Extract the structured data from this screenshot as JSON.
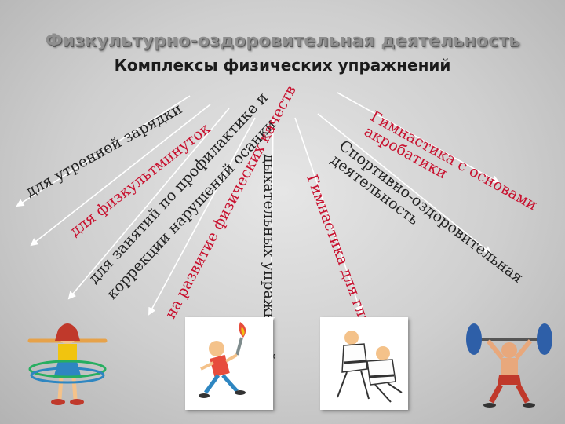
{
  "title": "Физкультурно-оздоровительная деятельность",
  "subtitle": "Комплексы физических упражнений",
  "branches": [
    {
      "text": "для утренней зарядки",
      "color": "#222222"
    },
    {
      "text": "для физкультминуток",
      "color": "#c8102e"
    },
    {
      "text": "для занятий по профилактике и",
      "color": "#222222"
    },
    {
      "text": "коррекции нарушений осанки",
      "color": "#222222"
    },
    {
      "text": "на развитие физических качеств",
      "color": "#c8102e"
    },
    {
      "text": "дыхательных упражнений",
      "color": "#222222"
    },
    {
      "text": "Гимнастика для глаз",
      "color": "#c8102e"
    },
    {
      "text": "Спортивно-оздоровительная",
      "color": "#222222"
    },
    {
      "text": "деятельность",
      "color": "#222222"
    },
    {
      "text": "Гимнастика с основами",
      "color": "#c8102e"
    },
    {
      "text": "акробатики",
      "color": "#c8102e"
    }
  ],
  "images": [
    {
      "icon": "hula-hoop-girl-icon"
    },
    {
      "icon": "torch-runner-icon"
    },
    {
      "icon": "judo-wrestlers-icon"
    },
    {
      "icon": "weightlifter-icon"
    }
  ]
}
